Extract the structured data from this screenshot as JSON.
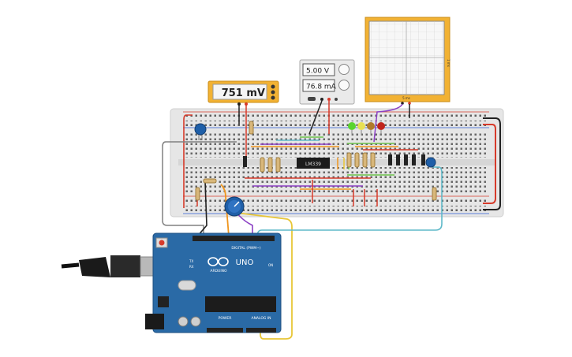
{
  "multimeter": {
    "reading": "751 mV"
  },
  "power_supply": {
    "voltage": "5.00 V",
    "current": "76.8 mA"
  },
  "oscilloscope": {
    "side_label": "1 ms",
    "bottom_label": "5 ms"
  },
  "chip": {
    "label": "LM339"
  },
  "arduino": {
    "model": "UNO",
    "brand": "ARDUINO",
    "digital_header": "DIGITAL (PWM~)",
    "power_label": "POWER",
    "analog_label": "ANALOG IN",
    "on_label": "ON",
    "tx_label": "TX",
    "rx_label": "RX"
  },
  "colors": {
    "breadboard": "#e6e6e6",
    "arduino_board": "#2a6aa6",
    "wire_orange": "#f0961e",
    "wire_yellow": "#e8c637",
    "wire_cyan": "#5fb9c9",
    "wire_gray": "#808080",
    "wire_red": "#d63a2a",
    "wire_black": "#222222",
    "wire_purple": "#8b3fc4",
    "wire_green": "#6cc24a",
    "lcd_frame": "#f2b233",
    "pot_blue": "#1f5fa8"
  }
}
